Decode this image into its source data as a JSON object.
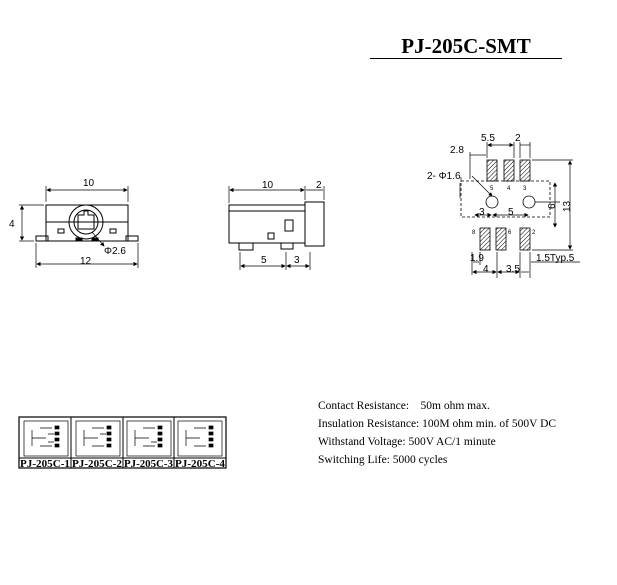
{
  "title": "PJ-205C-SMT",
  "front_view": {
    "width_top": "10",
    "height": "4",
    "width_bottom": "12",
    "hole": "Φ2.6"
  },
  "side_view": {
    "length": "10",
    "depth": "2",
    "pin_a": "5",
    "pin_b": "3"
  },
  "footprint": {
    "d_5_5": "5.5",
    "d_2_top": "2",
    "d_2_8": "2.8",
    "hole_label": "2- Φ1.6",
    "d_3": "3",
    "d_5": "5",
    "d_6": "6",
    "d_13": "13",
    "d_1_9": "1.9",
    "d_4": "4",
    "d_3_5": "3.5",
    "d_1_5typ": "1.5Typ.5",
    "pin_5": "5",
    "pin_4": "4",
    "pin_3": "3",
    "pin_8": "8",
    "pin_6": "6",
    "pin_2": "2"
  },
  "variants": [
    {
      "label": "PJ-205C-1"
    },
    {
      "label": "PJ-205C-2"
    },
    {
      "label": "PJ-205C-3"
    },
    {
      "label": "PJ-205C-4"
    }
  ],
  "specs": {
    "contact": "Contact Resistance:    50m ohm max.",
    "insulation": "Insulation Resistance: 100M ohm min. of 500V DC",
    "withstand": "Withstand Voltage: 500V AC/1 minute",
    "switching": "Switching Life: 5000 cycles"
  }
}
